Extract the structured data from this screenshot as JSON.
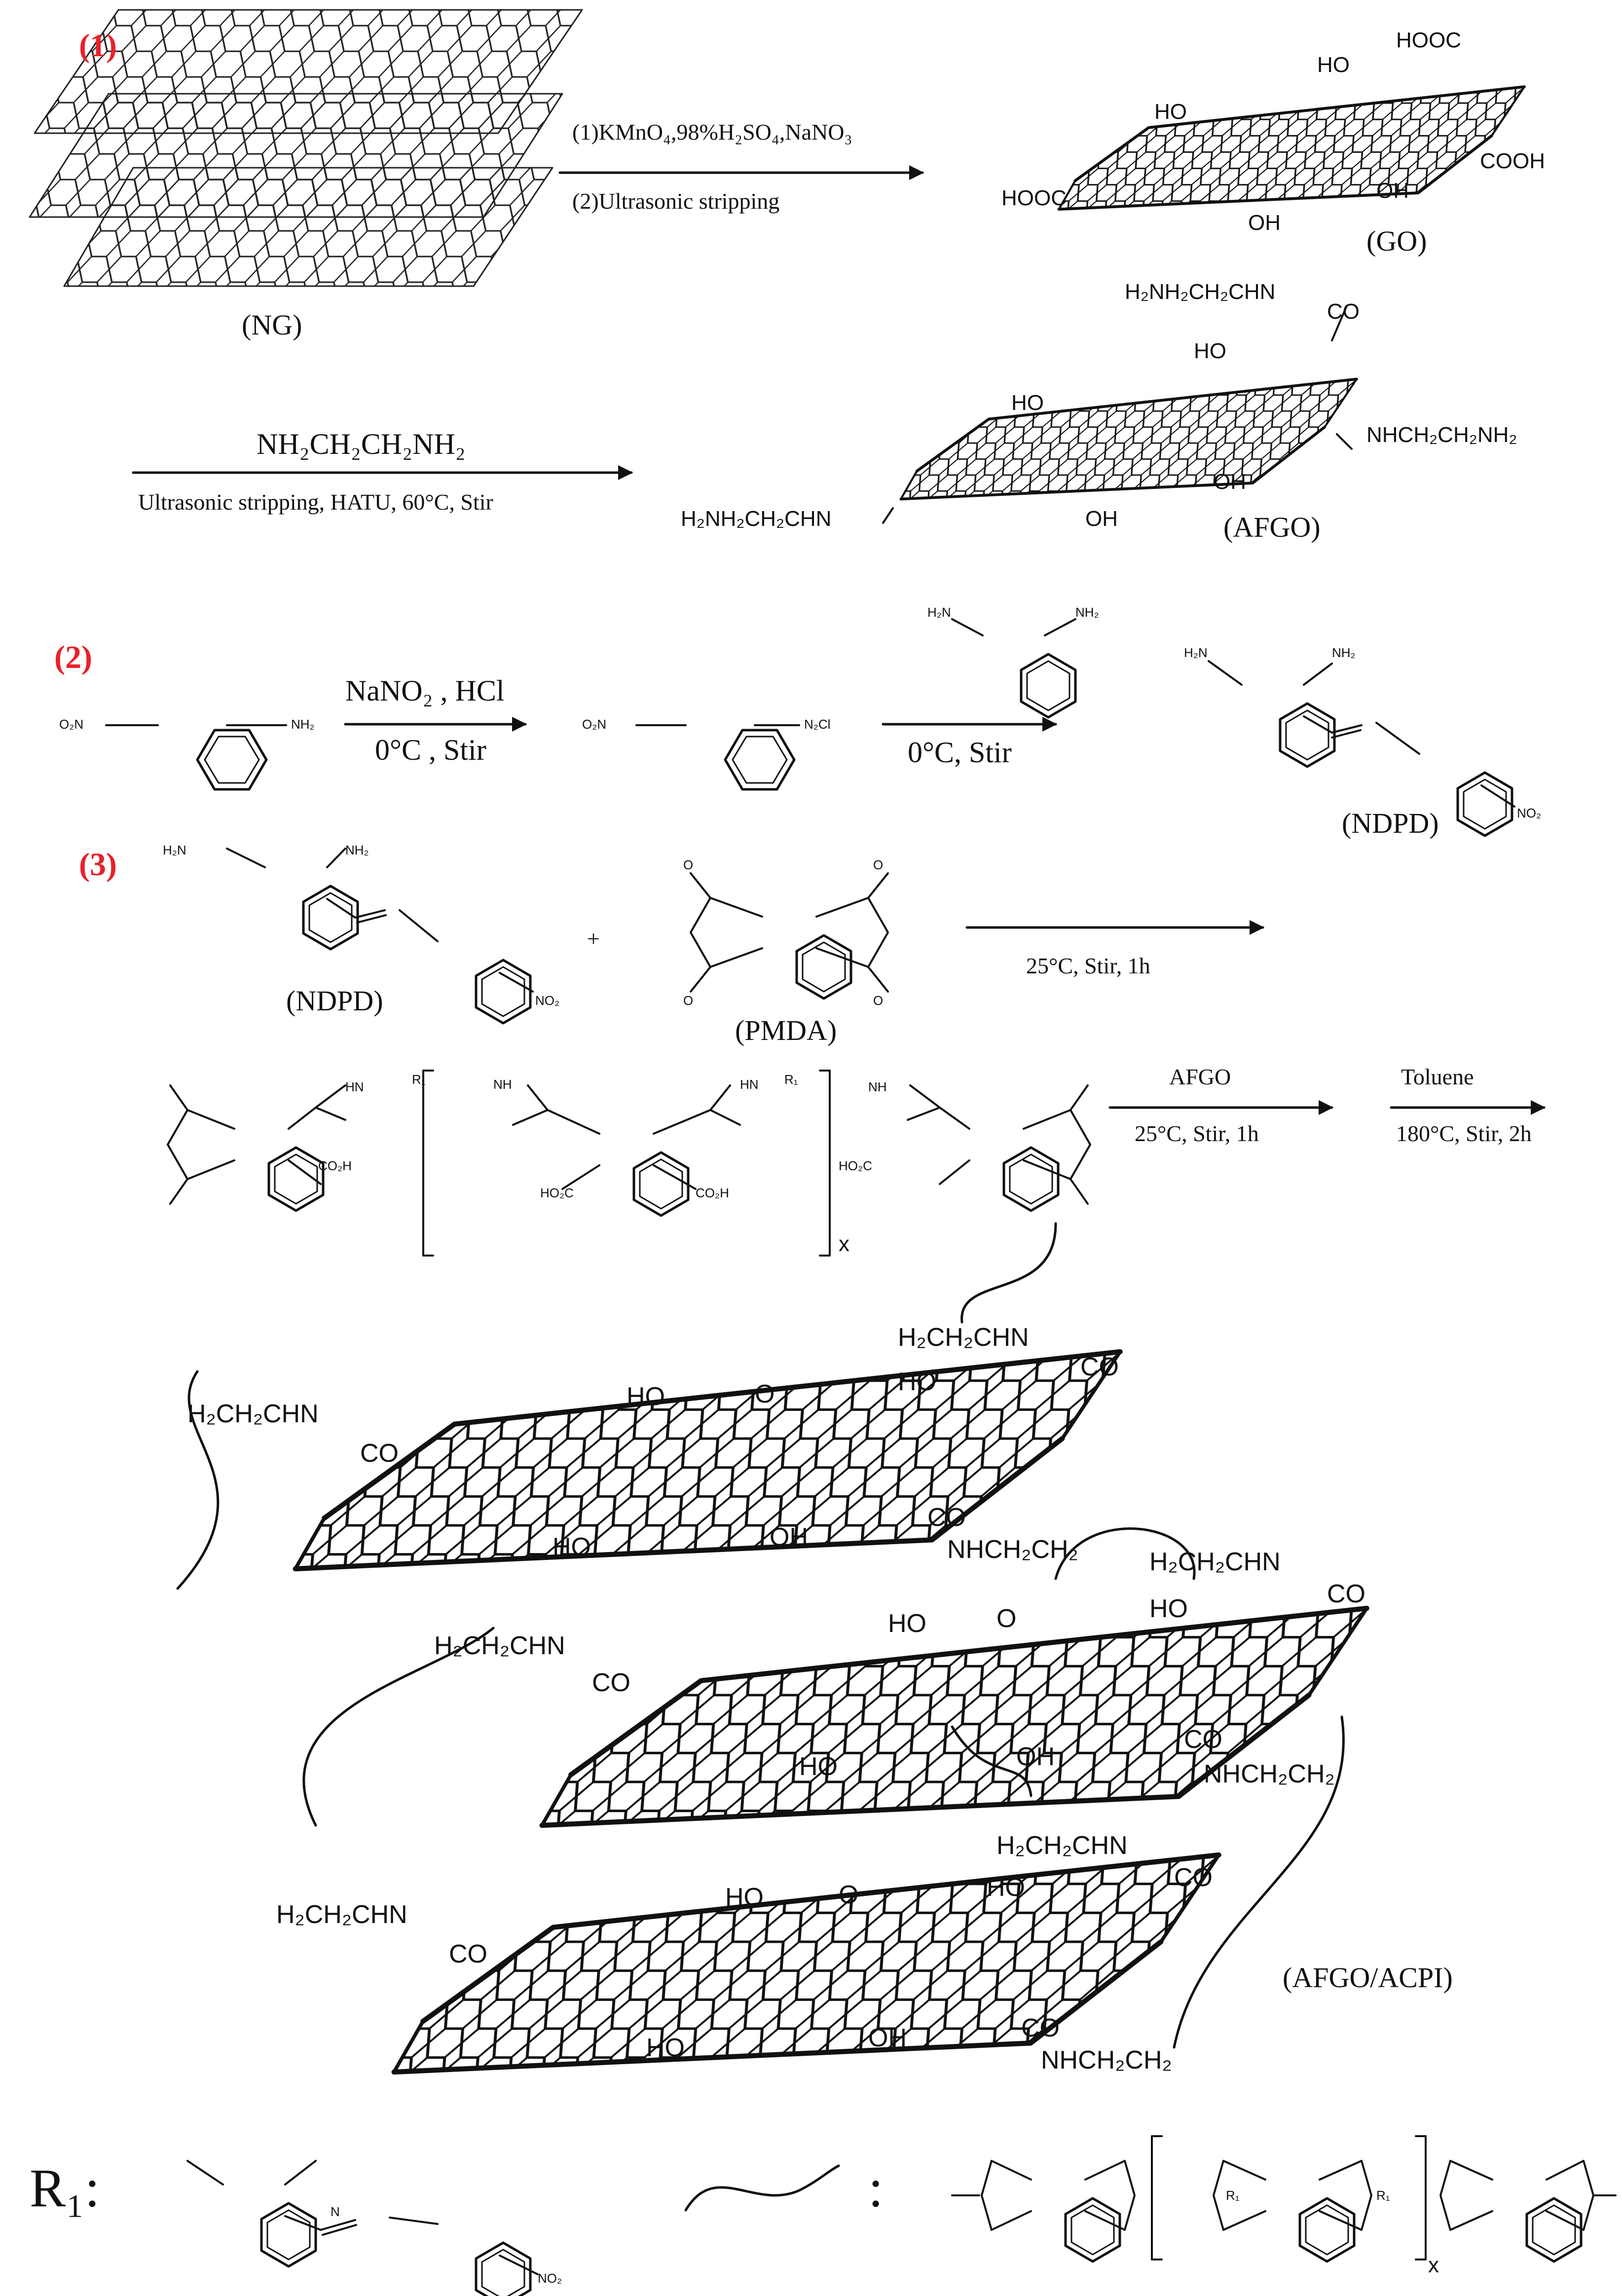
{
  "steps": {
    "step1": "(1)",
    "step2": "(2)",
    "step3": "(3)"
  },
  "compounds": {
    "ng": "(NG)",
    "go": "(GO)",
    "afgo": "(AFGO)",
    "ndpd": "(NDPD)",
    "ndpd_2": "(NDPD)",
    "pmda": "(PMDA)",
    "afgo_acpi": "(AFGO/ACPI)"
  },
  "conditions": {
    "s1_top": "(1)KMnO₄,98%H₂SO₄,NaNO₃",
    "s1_bottom": "(2)Ultrasonic stripping",
    "s1b_top": "NH₂CH₂CH₂NH₂",
    "s1b_bottom": "Ultrasonic stripping, HATU, 60°C, Stir",
    "s2a_top": "NaNO₂ , HCl",
    "s2a_bottom": "0°C , Stir",
    "s2b_bottom": "0°C,  Stir",
    "s3a": "25°C, Stir, 1h",
    "s3b_top": "AFGO",
    "s3b_bottom": "25°C, Stir, 1h",
    "s3c_top": "Toluene",
    "s3c_bottom": "180°C, Stir, 2h"
  },
  "groups": {
    "ho": "HO",
    "oh": "OH",
    "hooc": "HOOC",
    "cooh": "COOH",
    "co": "CO",
    "o": "O",
    "plus": "+",
    "x": "x",
    "colon": ":",
    "amine_top": "H₂NH₂CH₂CHN",
    "amine_right": "NHCH₂CH₂NH₂",
    "amine_left": "H₂NH₂CH₂CHN",
    "link_up": "H₂CH₂CHN",
    "link_down": "NHCH₂CH₂",
    "nh2": "NH₂",
    "h2n": "H₂N",
    "o2n": "O₂N",
    "no2": "NO₂",
    "n2cl": "N₂Cl",
    "n": "N",
    "hn": "HN",
    "nh": "NH",
    "r1": "R₁",
    "co2h": "CO₂H",
    "ho2c": "HO₂C"
  },
  "legend": {
    "r1_label": "R₁:"
  }
}
